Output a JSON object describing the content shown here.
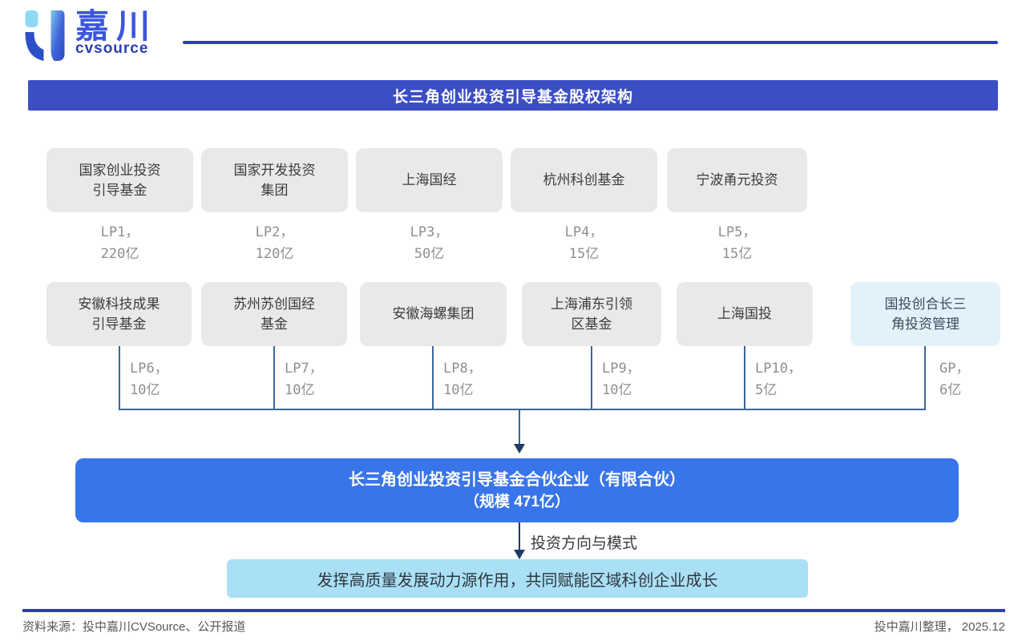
{
  "header": {
    "brand": "嘉川",
    "brand_sub": "cvsource"
  },
  "banner": {
    "title": "长三角创业投资引导基金股权架构"
  },
  "lp_row1": [
    {
      "name": "国家创业投资\n引导基金",
      "stake": "LP1，\n220亿"
    },
    {
      "name": "国家开发投资\n集团",
      "stake": "LP2，\n120亿"
    },
    {
      "name": "上海国经",
      "stake": "LP3，\n50亿"
    },
    {
      "name": "杭州科创基金",
      "stake": "LP4，\n15亿"
    },
    {
      "name": "宁波甬元投资",
      "stake": "LP5，\n15亿"
    }
  ],
  "lp_row2": [
    {
      "name": "安徽科技成果\n引导基金",
      "stake": "LP6，\n10亿"
    },
    {
      "name": "苏州苏创国经\n基金",
      "stake": "LP7，\n10亿"
    },
    {
      "name": "安徽海螺集团",
      "stake": "LP8，\n10亿"
    },
    {
      "name": "上海浦东引领\n区基金",
      "stake": "LP9，\n10亿"
    },
    {
      "name": "上海国投",
      "stake": "LP10，\n5亿"
    },
    {
      "name": "国投创合长三\n角投资管理",
      "stake": "GP，\n6亿",
      "role": "GP"
    }
  ],
  "fund": {
    "name": "长三角创业投资引导基金合伙企业（有限合伙）",
    "scale": "（规模 471亿）"
  },
  "flow_label": "投资方向与模式",
  "mission": "发挥高质量发展动力源作用，共同赋能区域科创企业成长",
  "footer": {
    "source": "资料来源：投中嘉川CVSource、公开报道",
    "credit": "投中嘉川整理， 2025.12"
  },
  "colors": {
    "banner_bg": "#3B4EC4",
    "fund_box_bg": "#3875EA",
    "mission_bg": "#A9E0F6",
    "gp_box_bg": "#E2F2FB",
    "lp_box_bg": "#E9E9E9",
    "connector": "#3D6598",
    "arrow": "#1E3A66",
    "brand_blue": "#3D55DC"
  }
}
